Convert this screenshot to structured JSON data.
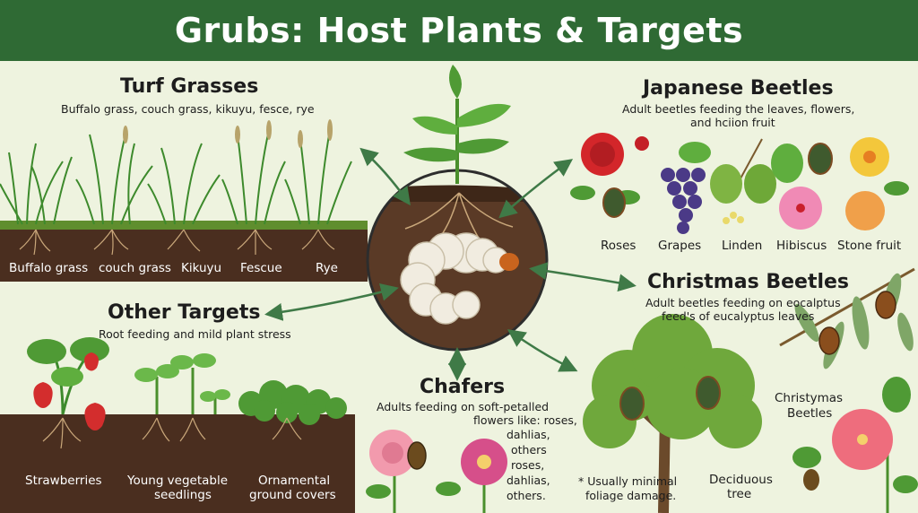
{
  "title": "Grubs: Host Plants & Targets",
  "colors": {
    "header": "#2f6a34",
    "background": "#eef3df",
    "soil": "#4a2e1f",
    "arrow": "#3f7a47"
  },
  "turf": {
    "heading": "Turf Grasses",
    "description": "Buffalo grass, couch grass, kikuyu, fesce, rye",
    "labels": [
      "Buffalo grass",
      "couch grass",
      "Kikuyu",
      "Fescue",
      "Rye"
    ]
  },
  "japanese": {
    "heading": "Japanese Beetles",
    "description_line1": "Adult beetles feeding the leaves, flowers,",
    "description_line2": "and hciion fruit",
    "labels": [
      "Roses",
      "Grapes",
      "Linden",
      "Hibiscus",
      "Stone fruit"
    ]
  },
  "christmas": {
    "heading": "Christmas Beetles",
    "description_line1": "Adult beetles feeding on eocalptus",
    "description_line2": "feed's of eucalyptus leaves",
    "label_line1": "Christymas",
    "label_line2": "Beetles"
  },
  "other": {
    "heading": "Other Targets",
    "description": "Root feeding and mild plant stress",
    "labels": [
      "Strawberries",
      "Young vegetable",
      "seedlings",
      "Ornamental",
      "ground covers"
    ]
  },
  "chafers": {
    "heading": "Chafers",
    "description_lines": [
      "Adults feeding on soft-petalled",
      "flowers like: roses,",
      "dahlias,",
      "others",
      "roses,",
      "dahlias,",
      "others."
    ]
  },
  "tree": {
    "note_line1": "* Usually minimal",
    "note_line2": "foliage damage.",
    "label_line1": "Deciduous",
    "label_line2": "tree"
  }
}
